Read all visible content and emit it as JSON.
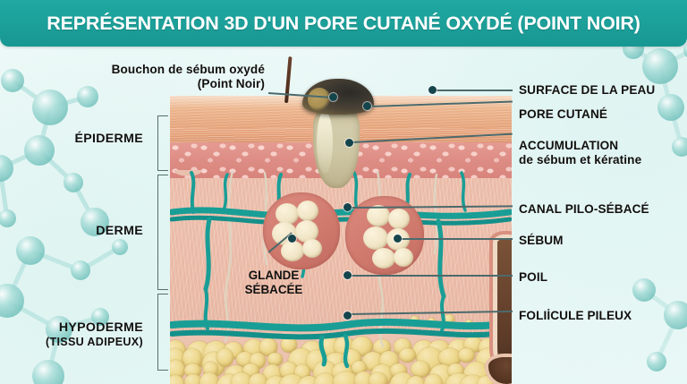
{
  "header": {
    "title": "REPRÉSENTATION 3D D'UN PORE CUTANÉ OXYDÉ (POINT NOIR)",
    "bar_color": "#1ca49e",
    "text_color": "#ffffff"
  },
  "background": {
    "color": "#e8f7f5",
    "accent": "#1ca49e"
  },
  "callout_top_left": {
    "line1": "Bouchon de sébum oxydé",
    "line2": "(Point Noir)"
  },
  "layer_labels": [
    {
      "name": "epiderme",
      "text": "ÉPIDERME",
      "sub": ""
    },
    {
      "name": "derme",
      "text": "DERME",
      "sub": ""
    },
    {
      "name": "hypoderme",
      "text": "HYPODERME",
      "sub": "(TISSU ADIPEUX)"
    }
  ],
  "center_label": {
    "line1": "GLANDE",
    "line2": "SÉBACÉE"
  },
  "right_labels": [
    {
      "name": "surface-de-la-peau",
      "text": "SURFACE DE LA PEAU",
      "sub": ""
    },
    {
      "name": "pore-cutane",
      "text": "PORE CUTANÉ",
      "sub": ""
    },
    {
      "name": "accumulation",
      "text": "ACCUMULATION",
      "sub": "de sébum et kératine"
    },
    {
      "name": "canal-pilo-sebace",
      "text": "CANAL PILO-SÉBACÉ",
      "sub": ""
    },
    {
      "name": "sebum",
      "text": "SÉBUM",
      "sub": ""
    },
    {
      "name": "poil",
      "text": "POIL",
      "sub": ""
    },
    {
      "name": "follicule-pileux",
      "text": "FOLIİCULE PILEUX",
      "sub": ""
    }
  ],
  "anatomy_colors": {
    "skin_surface": "#eeb68e",
    "epidermis": "#dd8d85",
    "dermis": "#efc3b0",
    "fat": "#eed98f",
    "vessel": "#199e96",
    "hair": "#54321f",
    "plug_dark": "#3a3730",
    "sebum": "#d2cbab",
    "gland_capsule": "#d07a6e"
  }
}
